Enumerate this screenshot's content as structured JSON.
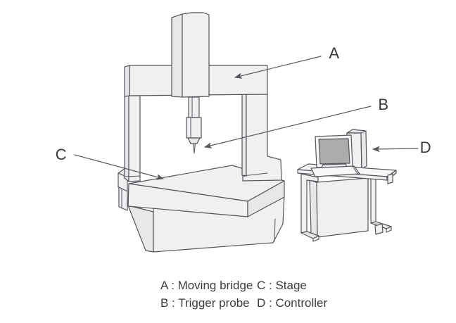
{
  "figure": {
    "type": "technical-line-illustration"
  },
  "callouts": {
    "a": "A",
    "b": "B",
    "c": "C",
    "d": "D"
  },
  "legend": {
    "items": [
      "A : Moving bridge",
      "C : Stage",
      "B : Trigger probe",
      "D : Controller"
    ]
  },
  "colors": {
    "outline": "#55565a",
    "fill_light": "#eef0f1",
    "fill_mid": "#e6e8ea",
    "fill_shadow": "#dcdee1",
    "panel_white": "#f7f8f9",
    "screen_gray": "#aaacae",
    "label_text": "#3a3a3a",
    "background": "#ffffff"
  }
}
